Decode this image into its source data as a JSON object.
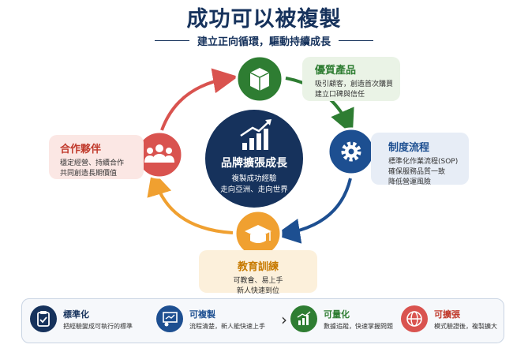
{
  "header": {
    "title": "成功可以被複製",
    "subtitle": "建立正向循環，驅動持續成長"
  },
  "center": {
    "title": "品牌擴張成長",
    "lines": [
      "複製成功經驗",
      "走向亞洲、走向世界"
    ]
  },
  "nodes": {
    "product": {
      "title": "優質產品",
      "lines": [
        "吸引顧客，創造首次購買",
        "建立口碑與信任"
      ],
      "color": "#2e7d32"
    },
    "process": {
      "title": "制度流程",
      "lines": [
        "標準化作業流程(SOP)",
        "確保服務品質一致",
        "降低營運風險"
      ],
      "color": "#1d4f91"
    },
    "training": {
      "title": "教育訓練",
      "lines": [
        "可教會、易上手",
        "新人快速到位"
      ],
      "color": "#c77a00"
    },
    "partner": {
      "title": "合作夥伴",
      "lines": [
        "穩定經營、持續合作",
        "共同創造長期價值"
      ],
      "color": "#c0392b"
    }
  },
  "steps": [
    {
      "title": "標準化",
      "desc": "把經驗變成可執行的標準",
      "color": "#16325c"
    },
    {
      "title": "可複製",
      "desc": "流程清楚，新人能快速上手",
      "color": "#1d4f91"
    },
    {
      "title": "可量化",
      "desc": "數據追蹤，快速掌握問題",
      "color": "#2e7d32"
    },
    {
      "title": "可擴張",
      "desc": "模式驗證後，複製擴大",
      "color": "#c0392b"
    }
  ]
}
